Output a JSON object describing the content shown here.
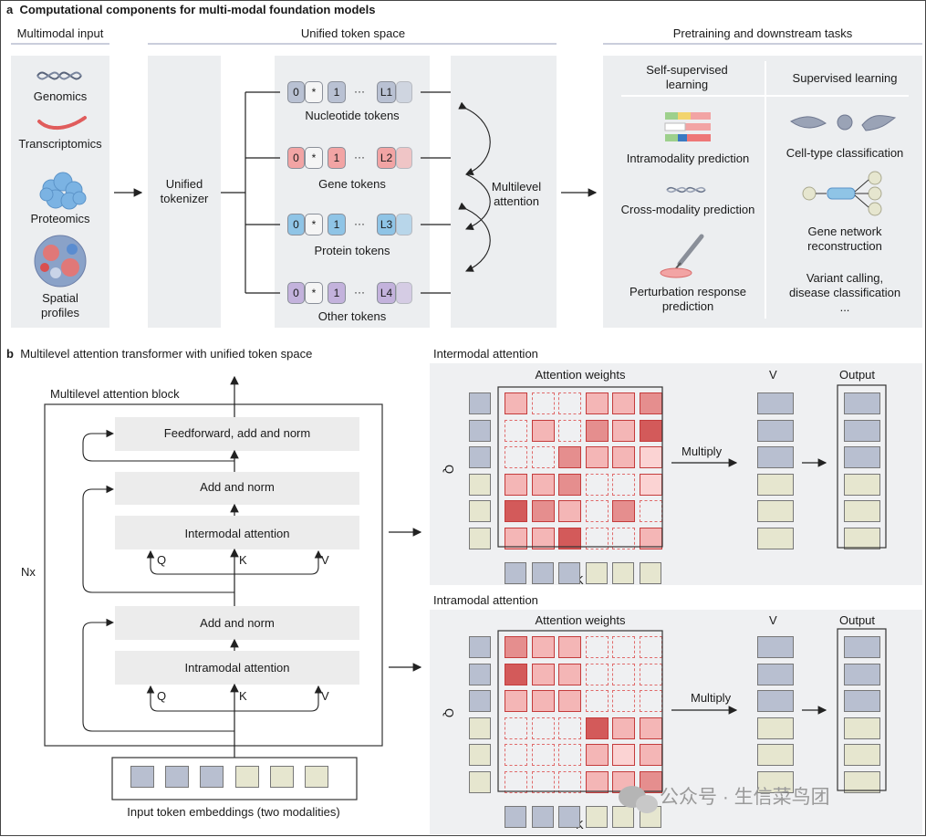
{
  "panel_a": {
    "label": "a",
    "title": "Computational components for multi-modal foundation models",
    "multimodal_input": {
      "header": "Multimodal input",
      "items": [
        "Genomics",
        "Transcriptomics",
        "Proteomics",
        "Spatial\nprofiles"
      ]
    },
    "token_space": {
      "header": "Unified token space",
      "tokenizer": "Unified\ntokenizer",
      "rows": [
        {
          "label": "Nucleotide tokens",
          "tokens": [
            "0",
            "*",
            "1",
            "···",
            "L1",
            ""
          ],
          "color": "#b9c1d3"
        },
        {
          "label": "Gene tokens",
          "tokens": [
            "0",
            "*",
            "1",
            "···",
            "L2",
            ""
          ],
          "color": "#f2a4a4"
        },
        {
          "label": "Protein tokens",
          "tokens": [
            "0",
            "*",
            "1",
            "···",
            "L3",
            ""
          ],
          "color": "#8fc4e6"
        },
        {
          "label": "Other tokens",
          "tokens": [
            "0",
            "*",
            "1",
            "···",
            "L4",
            ""
          ],
          "color": "#c3b2dc"
        }
      ],
      "attention": "Multilevel\nattention"
    },
    "tasks": {
      "header": "Pretraining and downstream tasks",
      "self_supervised": {
        "title": "Self-supervised\nlearning",
        "items": [
          "Intramodality prediction",
          "Cross-modality prediction",
          "Perturbation response\nprediction"
        ]
      },
      "supervised": {
        "title": "Supervised learning",
        "items": [
          "Cell-type classification",
          "Gene network\nreconstruction",
          "Variant calling,\ndisease classification\n..."
        ]
      }
    }
  },
  "panel_b": {
    "label": "b",
    "title": "Multilevel attention transformer with unified token space",
    "block": {
      "title": "Multilevel attention block",
      "nx": "Nx",
      "layers": [
        "Feedforward, add and norm",
        "Add and norm",
        "Intermodal attention",
        "Add and norm",
        "Intramodal attention"
      ],
      "qkv": [
        "Q",
        "K",
        "V"
      ],
      "input": "Input token embeddings (two modalities)"
    },
    "intermodal": {
      "title": "Intermodal attention",
      "weights": "Attention weights",
      "q": "Q",
      "k": "K",
      "v": "V",
      "multiply": "Multiply",
      "output": "Output",
      "matrix": [
        [
          2,
          0,
          0,
          2,
          2,
          3
        ],
        [
          0,
          2,
          0,
          3,
          2,
          4
        ],
        [
          0,
          0,
          3,
          2,
          2,
          1
        ],
        [
          2,
          2,
          3,
          0,
          0,
          1
        ],
        [
          4,
          3,
          2,
          0,
          3,
          0
        ],
        [
          2,
          2,
          4,
          0,
          0,
          2
        ]
      ]
    },
    "intramodal": {
      "title": "Intramodal attention",
      "weights": "Attention weights",
      "q": "Q",
      "k": "K",
      "v": "V",
      "multiply": "Multiply",
      "output": "Output",
      "matrix": [
        [
          3,
          2,
          2,
          0,
          0,
          0
        ],
        [
          4,
          2,
          2,
          0,
          0,
          0
        ],
        [
          2,
          2,
          2,
          0,
          0,
          0
        ],
        [
          0,
          0,
          0,
          4,
          2,
          2
        ],
        [
          0,
          0,
          0,
          2,
          1,
          2
        ],
        [
          0,
          0,
          0,
          2,
          2,
          3
        ]
      ]
    },
    "colors": {
      "modality_a": "#b8bfd0",
      "modality_b": "#e6e6cf",
      "red_levels": [
        "#ffffff",
        "#fbd3d3",
        "#f4b6b6",
        "#e58e8e",
        "#d35a5a"
      ]
    }
  },
  "watermark": "公众号 · 生信菜鸟团"
}
